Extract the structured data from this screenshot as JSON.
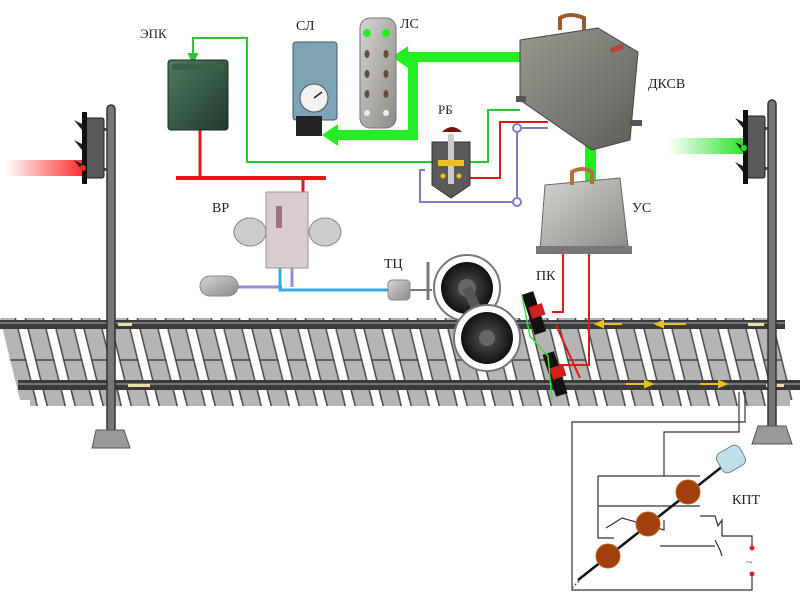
{
  "title": "Railway automatic locomotive signalling (ALSN) scheme",
  "labels": {
    "epk": "ЭПК",
    "sl": "СЛ",
    "ls": "ЛС",
    "rb": "РБ",
    "dksv": "ДКСВ",
    "us": "УС",
    "vr": "ВР",
    "tc": "ТЦ",
    "pk": "ПК",
    "kpt": "КПТ"
  },
  "signals": {
    "left": {
      "aspect": "red",
      "color": "#ff2a2a"
    },
    "right": {
      "aspect": "green",
      "color": "#22e022"
    }
  },
  "colors": {
    "signal_flow": "#22ee22",
    "brake_line": "#e01818",
    "air_line": "#3aa8e0",
    "control_green": "#2e8b3a",
    "control_blue": "#7c7cc0",
    "rail": "#333333",
    "sleeper": "#b8b8b8",
    "track_code_arrow": "#e8c020",
    "kpt_cam": "#a0400c"
  },
  "ac_source_symbol": "~"
}
